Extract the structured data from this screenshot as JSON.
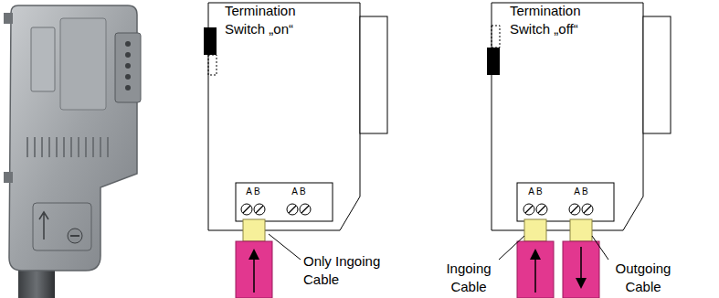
{
  "diagram": {
    "labels": [
      "Termination Switch „on“",
      "A B",
      "A B",
      "Only Ingoing Cable",
      "Termination Switch „off“",
      "A B",
      "A B",
      "Ingoing Cable",
      "Outgoing Cable"
    ]
  }
}
